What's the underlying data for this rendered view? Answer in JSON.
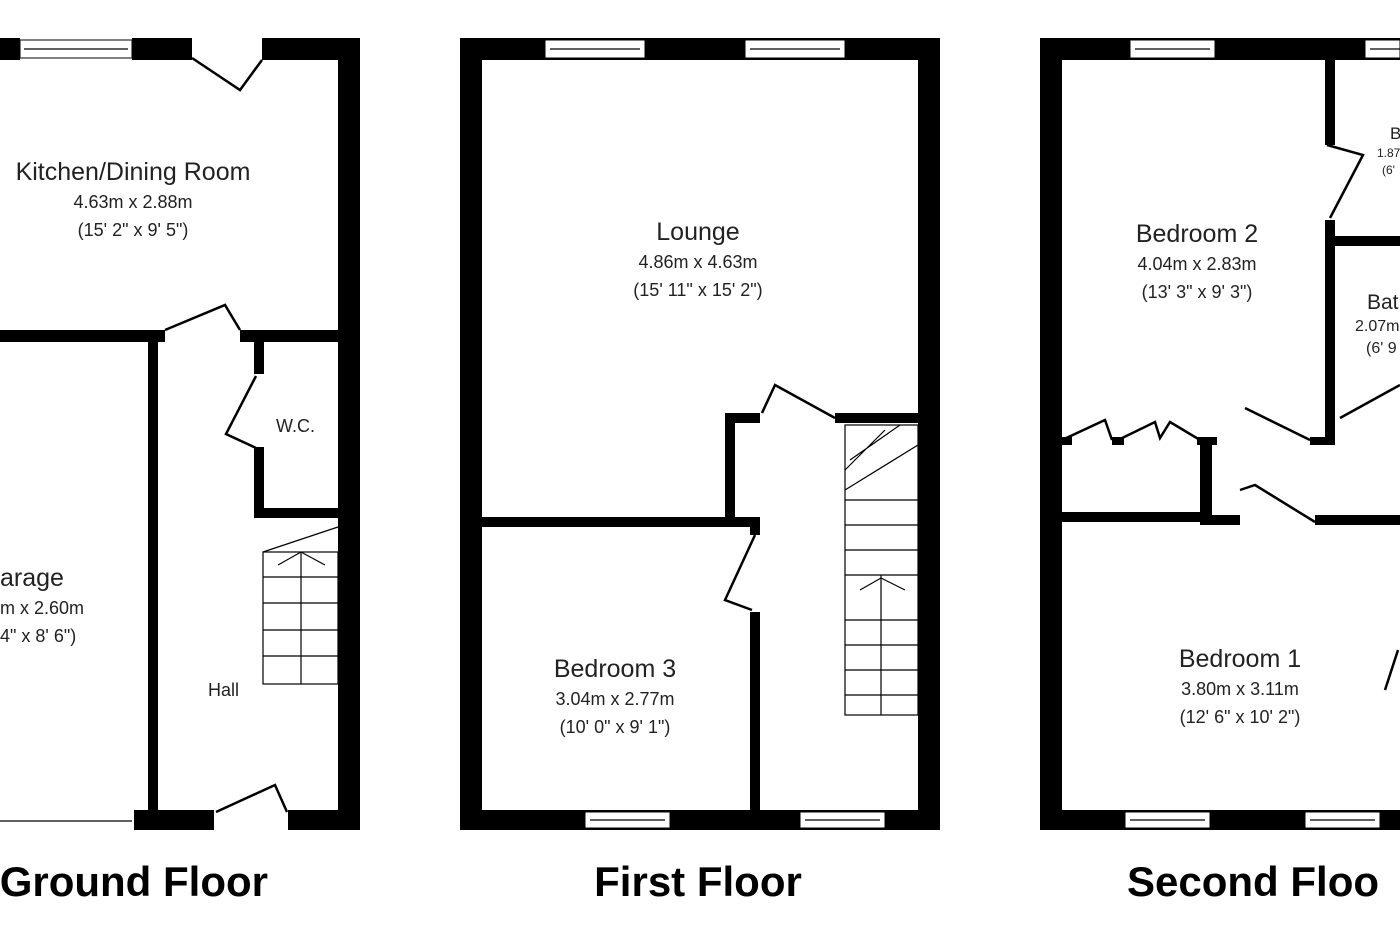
{
  "floors": [
    {
      "title": "Ground Floor",
      "rooms": [
        {
          "name": "Kitchen/Dining Room",
          "metric": "4.63m x 2.88m",
          "imperial": "(15' 2\" x 9' 5\")"
        },
        {
          "name": "arage",
          "metric": "m x 2.60m",
          "imperial": "4\" x 8' 6\")"
        },
        {
          "name": "W.C."
        },
        {
          "name": "Hall"
        }
      ]
    },
    {
      "title": "First Floor",
      "rooms": [
        {
          "name": "Lounge",
          "metric": "4.86m x 4.63m",
          "imperial": "(15' 11\" x 15' 2\")"
        },
        {
          "name": "Bedroom 3",
          "metric": "3.04m x 2.77m",
          "imperial": "(10' 0\" x 9' 1\")"
        }
      ]
    },
    {
      "title": "Second Floo",
      "rooms": [
        {
          "name": "Bedroom 2",
          "metric": "4.04m x 2.83m",
          "imperial": "(13' 3\" x 9' 3\")"
        },
        {
          "name": "B",
          "metric": "1.87",
          "imperial": "(6'"
        },
        {
          "name": "Bat",
          "metric": "2.07m",
          "imperial": "(6' 9"
        },
        {
          "name": "Bedroom 1",
          "metric": "3.80m x 3.11m",
          "imperial": "(12' 6\" x 10' 2\")"
        }
      ]
    }
  ]
}
